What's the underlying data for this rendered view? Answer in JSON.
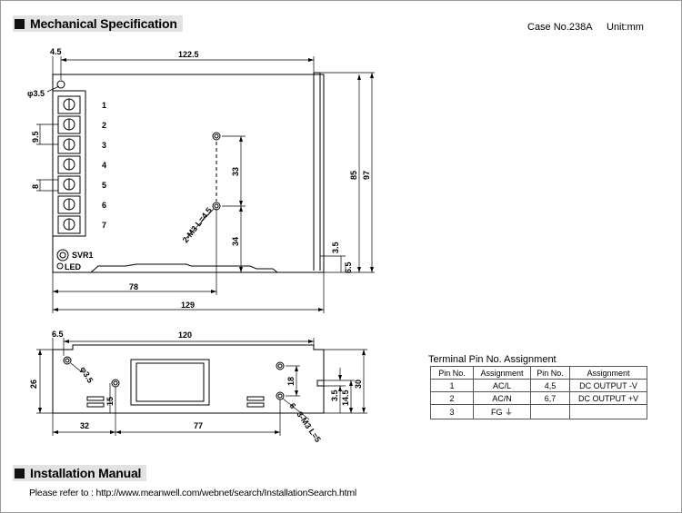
{
  "sections": {
    "mechanical_title": "Mechanical Specification",
    "installation_title": "Installation Manual"
  },
  "case_info": {
    "case_no": "Case No.238A",
    "unit": "Unit:mm"
  },
  "top_view": {
    "dims": {
      "d4_5": "4.5",
      "d122_5": "122.5",
      "d3_5_hole": "φ3.5",
      "d9_5": "9.5",
      "d8": "8",
      "d33": "33",
      "d34": "34",
      "d85": "85",
      "d97": "97",
      "d3_5_side": "3.5",
      "d6_5_side": "6.5",
      "d78": "78",
      "d129": "129",
      "hole_callout": "2-M3 L=4.5"
    },
    "terminals": [
      "1",
      "2",
      "3",
      "4",
      "5",
      "6",
      "7"
    ],
    "svr_label": "SVR1",
    "led_label": "LED"
  },
  "side_view": {
    "dims": {
      "d6_5": "6.5",
      "d120": "120",
      "d26": "26",
      "d3_5_hole": "φ3.5",
      "d15": "15",
      "d18": "18",
      "d6": "6",
      "d3_5": "3.5",
      "d14_5": "14.5",
      "d30": "30",
      "d32": "32",
      "d77": "77",
      "hole_callout": "3-M3 L=5"
    }
  },
  "terminal_table": {
    "title": "Terminal Pin No.  Assignment",
    "headers": [
      "Pin No.",
      "Assignment",
      "Pin No.",
      "Assignment"
    ],
    "rows": [
      [
        "1",
        "AC/L",
        "4,5",
        "DC OUTPUT -V"
      ],
      [
        "2",
        "AC/N",
        "6,7",
        "DC OUTPUT +V"
      ],
      [
        "3",
        "FG ⏚",
        "",
        ""
      ]
    ]
  },
  "installation": {
    "text": "Please refer to : http://www.meanwell.com/webnet/search/InstallationSearch.html"
  }
}
